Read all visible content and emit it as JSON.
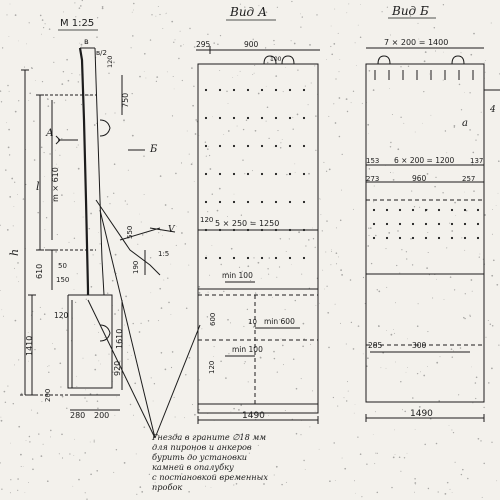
{
  "scale": "М 1:25",
  "views": {
    "a": {
      "title": "Вид А",
      "top_dims": [
        "295",
        "900"
      ],
      "pin_spacing": "100",
      "mid_dim": "5 × 250 = 1250",
      "left_dim": "120",
      "min_1": "min 100",
      "min_2": "min 600",
      "min_3": "min 100",
      "side_10": "10",
      "side_600": "600",
      "side_120": "120",
      "bottom_dim": "1490"
    },
    "b": {
      "title": "Вид Б",
      "top_dim": "7 × 200 = 1400",
      "row1": {
        "left": "153",
        "mid": "6 × 200 = 1200",
        "right": "137"
      },
      "row2": {
        "left": "273",
        "mid": "960",
        "right": "257"
      },
      "side_label": "а",
      "low_dims": [
        "285",
        "300"
      ],
      "bottom_dim": "1490",
      "right_mark": "4"
    }
  },
  "section": {
    "marker_a": "А",
    "marker_b": "Б",
    "top_b": "в",
    "top_b2": "в/2",
    "top_120": "120",
    "dim_750": "750",
    "dim_l": "l",
    "dim_mx610": "m × 610",
    "dim_h": "h",
    "dim_610": "610",
    "dim_50": "50",
    "dim_150": "150",
    "dim_1410": "1410",
    "dim_120": "120",
    "dim_1610": "1610",
    "dim_920": "920",
    "dim_200v": "200",
    "dim_280": "280",
    "dim_200": "200",
    "dim_550": "550",
    "dim_190": "190",
    "slope_v": "V",
    "slope_15": "1:5"
  },
  "note_lines": [
    "Гнезда в граните ∅18 мм",
    "для пиронов и анкеров",
    "бурить до установки",
    "камней в опалубку",
    "с постановкой временных",
    "пробок"
  ]
}
